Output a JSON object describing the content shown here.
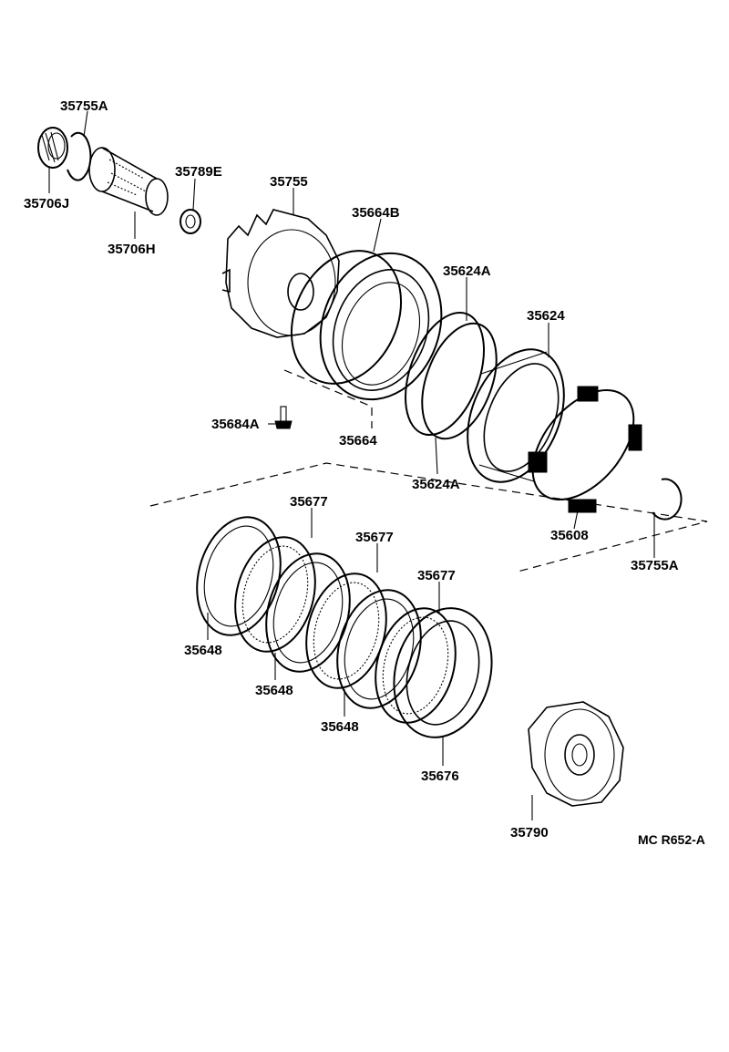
{
  "diagram": {
    "reference_code": "MC R652-A",
    "parts": {
      "p35755A_top": "35755A",
      "p35706J": "35706J",
      "p35706H": "35706H",
      "p35789E": "35789E",
      "p35755": "35755",
      "p35664B": "35664B",
      "p35624A_top": "35624A",
      "p35624": "35624",
      "p35684A": "35684A",
      "p35664": "35664",
      "p35624A_bottom": "35624A",
      "p35608": "35608",
      "p35755A_bottom": "35755A",
      "p35677_a": "35677",
      "p35677_b": "35677",
      "p35677_c": "35677",
      "p35648_a": "35648",
      "p35648_b": "35648",
      "p35648_c": "35648",
      "p35676": "35676",
      "p35790": "35790"
    }
  }
}
